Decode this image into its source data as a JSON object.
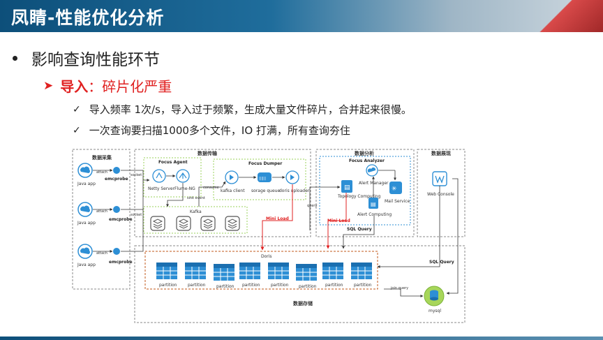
{
  "slide": {
    "title": "凤睛-性能优化分析",
    "bullet1": "影响查询性能环节",
    "bullet2_label": "导入",
    "bullet2_colon": "：",
    "bullet2_rest": "碎片化严重",
    "bullet3a": "导入频率 1次/s，导入过于频繁，生成大量文件碎片，合并起来很慢。",
    "bullet3b": "一次查询要扫描1000多个文件，IO 打满，所有查询夯住"
  },
  "diagram": {
    "sections": {
      "collect": "数据采集",
      "transfer": "数据传输",
      "analysis": "数据分析",
      "display": "数据展现",
      "storage": "数据存储"
    },
    "collect": {
      "app1": "Java app",
      "app2": "Java app",
      "app3": "Java app",
      "probe1": "emcprobe",
      "probe2": "emcprobe",
      "probe3": "emcprobe",
      "attach1": "attach",
      "attach2": "attach",
      "attach3": "attach",
      "socket1": "socket",
      "socket2": "socket"
    },
    "transfer": {
      "agent_title": "Focus Agent",
      "netty": "Netty Server",
      "flume": "Flume-NG",
      "sink": "sink event",
      "consume": "consume",
      "dumper_title": "Focus Dumper",
      "kafka_client": "kafka client",
      "queue": "sorage queue",
      "doris_uploader": "doris uploader",
      "kafka": "Kafka"
    },
    "analysis": {
      "analyzer_title": "Focus Analyzer",
      "alert_manager": "Alert Manager",
      "mail": "Mail Service",
      "topology": "Topology Computing",
      "alert_computing": "Alert Computing",
      "sql_query": "SQL Query",
      "query": "query"
    },
    "display": {
      "web_console": "Web Console"
    },
    "storage": {
      "doris": "Doris",
      "partition": "partition",
      "mini_load_1": "Mini Load",
      "mini_load_2": "Mini Load",
      "sql_query": "SQL Query",
      "join_query": "join query",
      "mysql": "mysql"
    }
  },
  "colors": {
    "accent_red": "#e02020",
    "brand_blue": "#1f6d9c",
    "icon_blue": "#2d8fd5"
  }
}
